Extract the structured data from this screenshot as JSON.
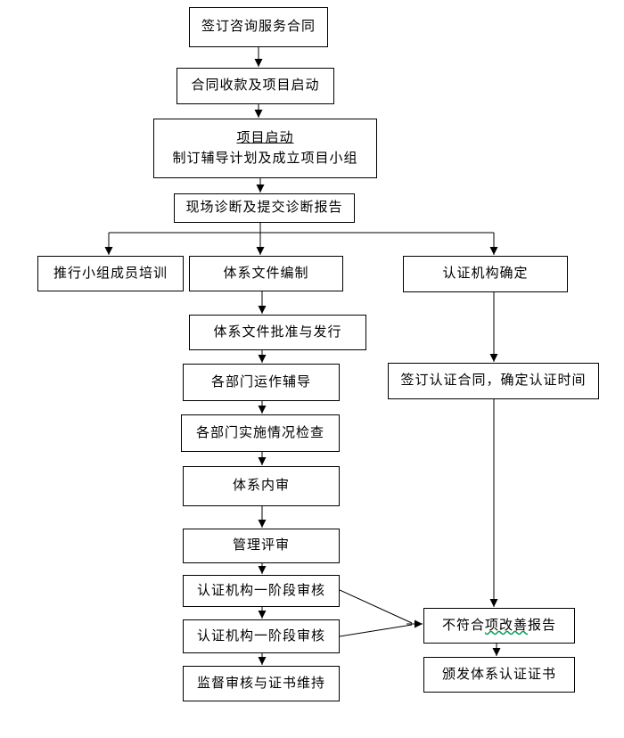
{
  "diagram": {
    "title": "ISO certification consulting service flowchart",
    "background_color": "#ffffff",
    "line_color": "#000000",
    "spellcheck_wavy_underline_color": "#00a050",
    "nodes": {
      "n1": {
        "label": "签订咨询服务合同"
      },
      "n2": {
        "label": "合同收款及项目启动"
      },
      "n3": {
        "line1": "项目启动",
        "line2": "制订辅导计划及成立项目小组"
      },
      "n4": {
        "label": "现场诊断及提交诊断报告"
      },
      "n5": {
        "label": "推行小组成员培训"
      },
      "n6": {
        "label": "体系文件编制"
      },
      "n7": {
        "label": "认证机构确定"
      },
      "n8": {
        "label": "体系文件批准与发行"
      },
      "n9": {
        "label": "各部门运作辅导"
      },
      "n10": {
        "label": "签订认证合同，确定认证时间"
      },
      "n11": {
        "label": "各部门实施情况检查"
      },
      "n12": {
        "label": "体系内审"
      },
      "n13": {
        "label": "管理评审"
      },
      "n14": {
        "label": "认证机构一阶段审核"
      },
      "n15": {
        "label": "认证机构一阶段审核"
      },
      "n16": {
        "label": "监督审核与证书维持"
      },
      "n17": {
        "pre": "不符合",
        "wavy": "项改善",
        "post": "报告"
      },
      "n18": {
        "label": "颁发体系认证证书"
      }
    }
  }
}
